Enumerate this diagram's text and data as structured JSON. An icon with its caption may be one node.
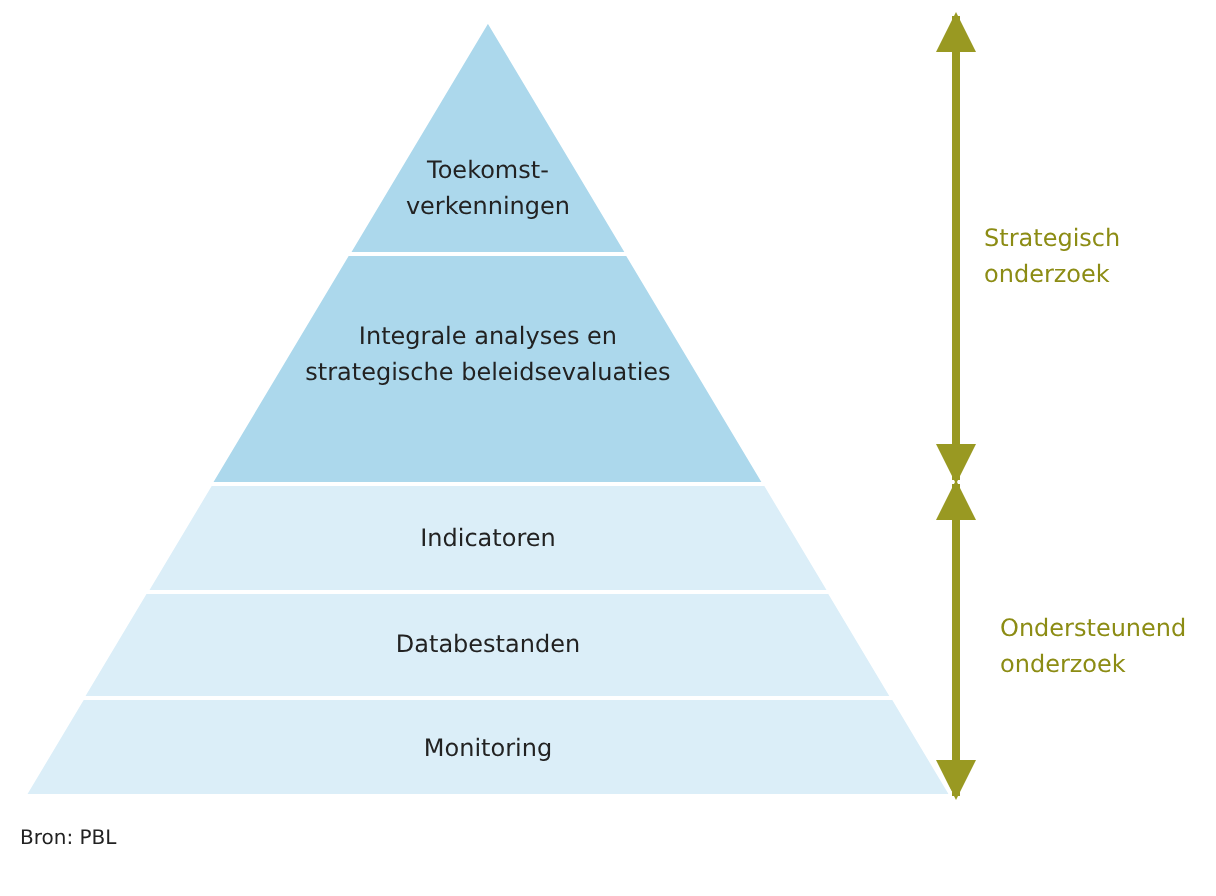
{
  "diagram": {
    "caption": "Bron: PBL",
    "nodes": [
      {
        "text": [
          "Toekomst- verkenningen"
        ]
      },
      {
        "text": [
          "Integrale analyses en strategische beleidsevaluaties"
        ]
      },
      {
        "text": [
          "Indicatoren"
        ]
      },
      {
        "text": [
          "Databestanden"
        ]
      },
      {
        "text": [
          "Monitoring"
        ]
      }
    ],
    "labels": [
      "Strategisch onderzoek",
      "Ondersteunend onderzoek"
    ]
  }
}
